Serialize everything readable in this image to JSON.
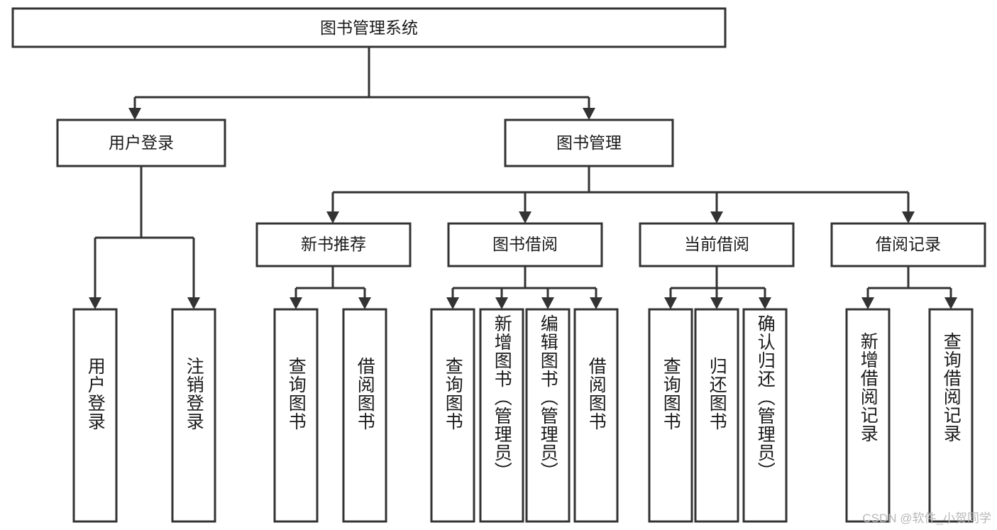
{
  "diagram": {
    "title": "图书管理系统",
    "type": "tree-hierarchy",
    "watermark": "CSDN @软件_小贺同学",
    "colors": {
      "stroke": "#333333",
      "fill": "#ffffff",
      "text": "#1a1a1a",
      "watermark": "#b8b8b8"
    },
    "root": {
      "label": "图书管理系统"
    },
    "level2": [
      {
        "id": "user-login",
        "label": "用户登录"
      },
      {
        "id": "book-admin",
        "label": "图书管理"
      }
    ],
    "level3": [
      {
        "id": "new-book-recommend",
        "label": "新书推荐"
      },
      {
        "id": "book-borrow",
        "label": "图书借阅"
      },
      {
        "id": "current-borrow",
        "label": "当前借阅"
      },
      {
        "id": "borrow-record",
        "label": "借阅记录"
      }
    ],
    "leaves": [
      {
        "id": "leaf-user-login",
        "label": "用户登录",
        "parent": "user-login"
      },
      {
        "id": "leaf-user-logout",
        "label": "注销登录",
        "parent": "user-login"
      },
      {
        "id": "leaf-query-book-1",
        "label": "查询图书",
        "parent": "new-book-recommend"
      },
      {
        "id": "leaf-borrow-book-1",
        "label": "借阅图书",
        "parent": "new-book-recommend"
      },
      {
        "id": "leaf-query-book-2",
        "label": "查询图书",
        "parent": "book-borrow"
      },
      {
        "id": "leaf-add-book",
        "label": "新增图书（管理员）",
        "parent": "book-borrow"
      },
      {
        "id": "leaf-edit-book",
        "label": "编辑图书（管理员）",
        "parent": "book-borrow"
      },
      {
        "id": "leaf-borrow-book-2",
        "label": "借阅图书",
        "parent": "book-borrow"
      },
      {
        "id": "leaf-query-book-3",
        "label": "查询图书",
        "parent": "current-borrow"
      },
      {
        "id": "leaf-return-book",
        "label": "归还图书",
        "parent": "current-borrow"
      },
      {
        "id": "leaf-confirm-return",
        "label": "确认归还（管理员）",
        "parent": "current-borrow"
      },
      {
        "id": "leaf-add-record",
        "label": "新增借阅记录",
        "parent": "borrow-record"
      },
      {
        "id": "leaf-query-record",
        "label": "查询借阅记录",
        "parent": "borrow-record"
      }
    ]
  }
}
